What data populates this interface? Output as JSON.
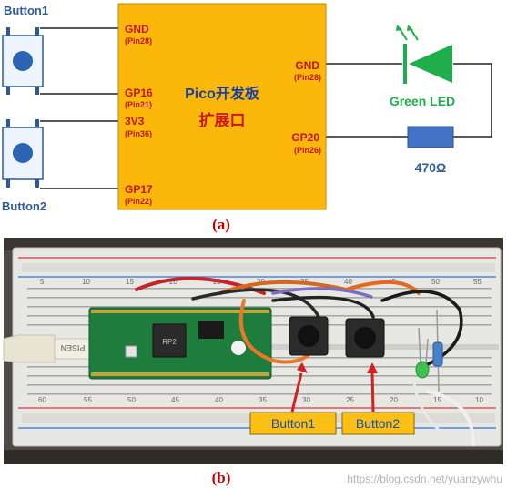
{
  "diagram_a": {
    "left_buttons": [
      {
        "label": "Button1"
      },
      {
        "label": "Button2"
      }
    ],
    "board": {
      "title_line1": "Pico开发板",
      "title_line2": "扩展口",
      "pins_left": [
        {
          "name": "GND",
          "pin": "(Pin28)"
        },
        {
          "name": "GP16",
          "pin": "(Pin21)"
        },
        {
          "name": "3V3",
          "pin": "(Pin36)"
        },
        {
          "name": "GP17",
          "pin": "(Pin22)"
        }
      ],
      "pins_right": [
        {
          "name": "GND",
          "pin": "(Pin28)"
        },
        {
          "name": "GP20",
          "pin": "(Pin26)"
        }
      ]
    },
    "led_label": "Green LED",
    "resistor_label": "470Ω",
    "caption": "(a)"
  },
  "photo_b": {
    "ruler_numbers_top": [
      "5",
      "10",
      "15",
      "20",
      "25",
      "30",
      "35",
      "40",
      "45",
      "50",
      "55"
    ],
    "ruler_numbers_bottom": [
      "60",
      "55",
      "50",
      "45",
      "40",
      "35",
      "30",
      "25",
      "20",
      "15",
      "10"
    ],
    "chip_text": "RP2",
    "usb_text": "PISEN",
    "callouts": [
      {
        "label": "Button1"
      },
      {
        "label": "Button2"
      }
    ],
    "watermark": "https://blog.csdn.net/yuanzywhu",
    "caption": "(b)"
  },
  "colors": {
    "board_fill": "#fbb80a",
    "board_stroke": "#c08a00",
    "pin_red": "#c0161c",
    "title_blue": "#1e3fa0",
    "title_red": "#d0141c",
    "label_blue": "#2f5b9a",
    "led_green": "#1fae4b",
    "resistor_blue": "#4472c4",
    "callout_fill": "#fbbf16",
    "callout_text": "#1c4ea0",
    "arrow_red": "#d42020"
  }
}
